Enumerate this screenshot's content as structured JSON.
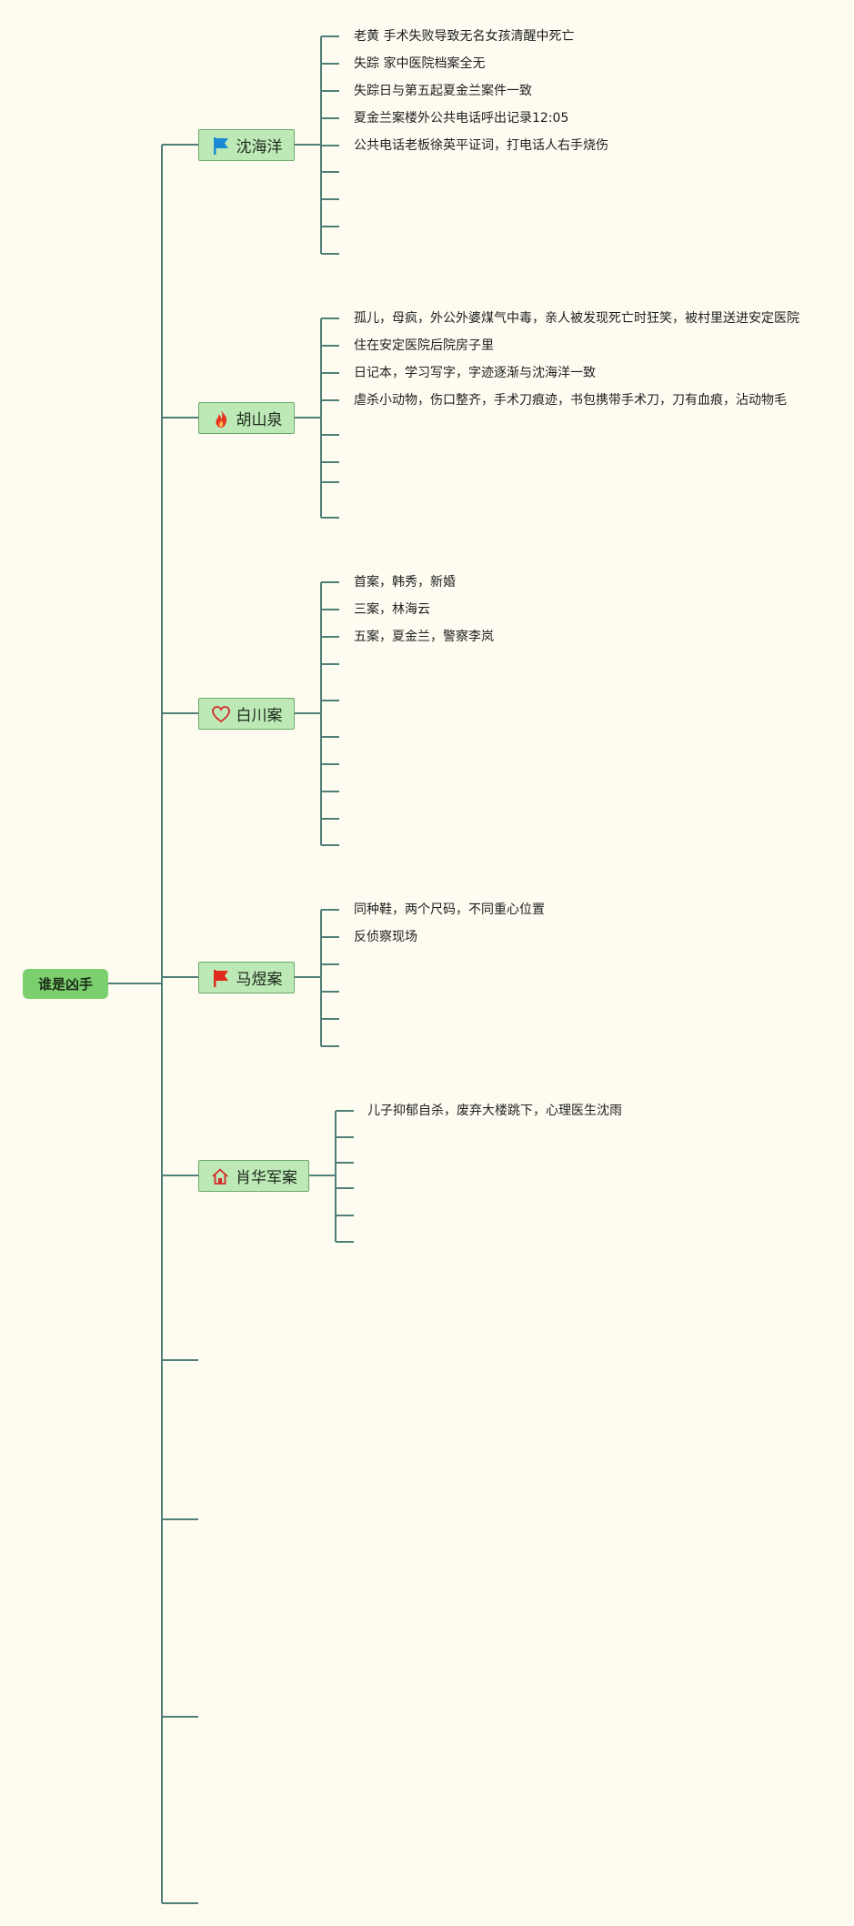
{
  "root": {
    "label": "谁是凶手"
  },
  "branches": [
    {
      "label": "沈海洋",
      "icon": "blue-flag-icon",
      "icon_color": "#1a8ad4",
      "leaves": [
        "老黄 手术失败导致无名女孩清醒中死亡",
        "失踪 家中医院档案全无",
        "失踪日与第五起夏金兰案件一致",
        "夏金兰案楼外公共电话呼出记录12:05",
        "公共电话老板徐英平证词，打电话人右手烧伤"
      ]
    },
    {
      "label": "胡山泉",
      "icon": "fire-icon",
      "icon_color": "#e8351f",
      "leaves": [
        "孤儿，母疯，外公外婆煤气中毒，亲人被发现死亡时狂笑，被村里送进安定医院",
        "住在安定医院后院房子里",
        "日记本，学习写字，字迹逐渐与沈海洋一致",
        "虐杀小动物，伤口整齐，手术刀痕迹，书包携带手术刀，刀有血痕，沾动物毛"
      ]
    },
    {
      "label": "白川案",
      "icon": "heart-icon",
      "icon_color": "#d42a2a",
      "leaves": [
        "首案，韩秀，新婚",
        "三案，林海云",
        "五案，夏金兰，警察李岚"
      ]
    },
    {
      "label": "马煜案",
      "icon": "red-flag-icon",
      "icon_color": "#e02a1c",
      "leaves": [
        "同种鞋，两个尺码，不同重心位置",
        "反侦察现场"
      ]
    },
    {
      "label": "肖华军案",
      "icon": "house-icon",
      "icon_color": "#d42a2a",
      "leaves": [
        "儿子抑郁自杀，废弃大楼跳下，心理医生沈雨"
      ]
    }
  ],
  "colors": {
    "background": "#fefcf1",
    "root_fill": "#7ccf6f",
    "branch_fill": "#bde9b6",
    "connector": "#4f7f78"
  }
}
